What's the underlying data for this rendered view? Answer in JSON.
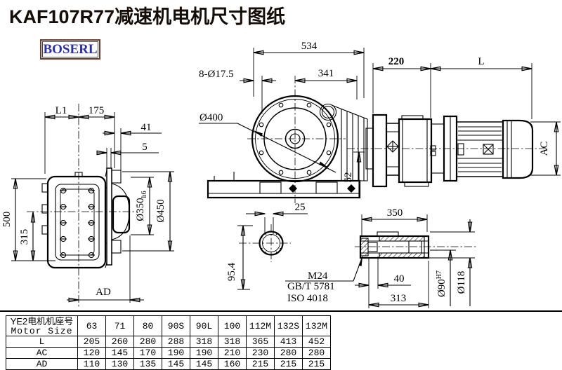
{
  "title": "KAF107R77减速机电机尺寸图纸",
  "brand": "BOSERL",
  "left_view": {
    "dims": {
      "l1": "L1",
      "d175": "175",
      "d41": "41",
      "d5": "5",
      "d500": "500",
      "d315": "315",
      "d350": "Ø350",
      "d350_tol": "h6",
      "d450": "Ø450",
      "ad": "AD"
    }
  },
  "front_view": {
    "dims": {
      "d534": "534",
      "d341": "341",
      "holes": "8-Ø17.5",
      "d400": "Ø400",
      "d52": "52",
      "d25": "25",
      "d954": "95.4"
    },
    "notes": {
      "n1": "M24",
      "n2": "GB/T 5781",
      "n3": "ISO 4018"
    }
  },
  "side_view": {
    "dims": {
      "d220": "220",
      "l": "L",
      "ac": "AC"
    }
  },
  "shaft_view": {
    "dims": {
      "d350": "350",
      "d40": "40",
      "d313": "313",
      "d90": "Ø90",
      "d90_tol": "H7",
      "d118": "Ø118"
    }
  },
  "table": {
    "header_line1": "YE2电机机座号",
    "header_line2": "Motor Size",
    "columns": [
      "63",
      "71",
      "80",
      "90S",
      "90L",
      "100",
      "112M",
      "132S",
      "132M"
    ],
    "rows": [
      {
        "label": "L",
        "values": [
          "205",
          "260",
          "280",
          "288",
          "318",
          "318",
          "365",
          "413",
          "452"
        ]
      },
      {
        "label": "AC",
        "values": [
          "120",
          "145",
          "170",
          "190",
          "190",
          "210",
          "230",
          "280",
          "280"
        ]
      },
      {
        "label": "AD",
        "values": [
          "110",
          "130",
          "135",
          "145",
          "145",
          "160",
          "215",
          "215",
          "215"
        ]
      }
    ]
  }
}
